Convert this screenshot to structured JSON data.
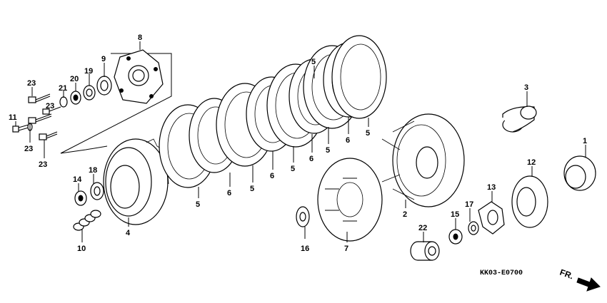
{
  "diagram": {
    "code": "KK03-E0700",
    "direction_label": "FR.",
    "labels": [
      "1",
      "2",
      "3",
      "4",
      "5",
      "6",
      "7",
      "8",
      "9",
      "10",
      "11",
      "12",
      "13",
      "14",
      "15",
      "16",
      "17",
      "18",
      "19",
      "20",
      "21",
      "22",
      "23"
    ],
    "callouts": [
      {
        "id": "8",
        "text": "8"
      },
      {
        "id": "9",
        "text": "9"
      },
      {
        "id": "19",
        "text": "19"
      },
      {
        "id": "20",
        "text": "20"
      },
      {
        "id": "21",
        "text": "21"
      },
      {
        "id": "23a",
        "text": "23"
      },
      {
        "id": "23b",
        "text": "23"
      },
      {
        "id": "23c",
        "text": "23"
      },
      {
        "id": "23d",
        "text": "23"
      },
      {
        "id": "11",
        "text": "11"
      },
      {
        "id": "14",
        "text": "14"
      },
      {
        "id": "18",
        "text": "18"
      },
      {
        "id": "4",
        "text": "4"
      },
      {
        "id": "10",
        "text": "10"
      },
      {
        "id": "5a",
        "text": "5"
      },
      {
        "id": "6a",
        "text": "6"
      },
      {
        "id": "5b",
        "text": "5"
      },
      {
        "id": "6b",
        "text": "6"
      },
      {
        "id": "5c",
        "text": "5"
      },
      {
        "id": "6c",
        "text": "6"
      },
      {
        "id": "5d",
        "text": "5"
      },
      {
        "id": "6d",
        "text": "6"
      },
      {
        "id": "5e",
        "text": "5"
      },
      {
        "id": "5f",
        "text": "5"
      },
      {
        "id": "16",
        "text": "16"
      },
      {
        "id": "7",
        "text": "7"
      },
      {
        "id": "2",
        "text": "2"
      },
      {
        "id": "3",
        "text": "3"
      },
      {
        "id": "22",
        "text": "22"
      },
      {
        "id": "15",
        "text": "15"
      },
      {
        "id": "17",
        "text": "17"
      },
      {
        "id": "13",
        "text": "13"
      },
      {
        "id": "12",
        "text": "12"
      },
      {
        "id": "1",
        "text": "1"
      }
    ]
  }
}
